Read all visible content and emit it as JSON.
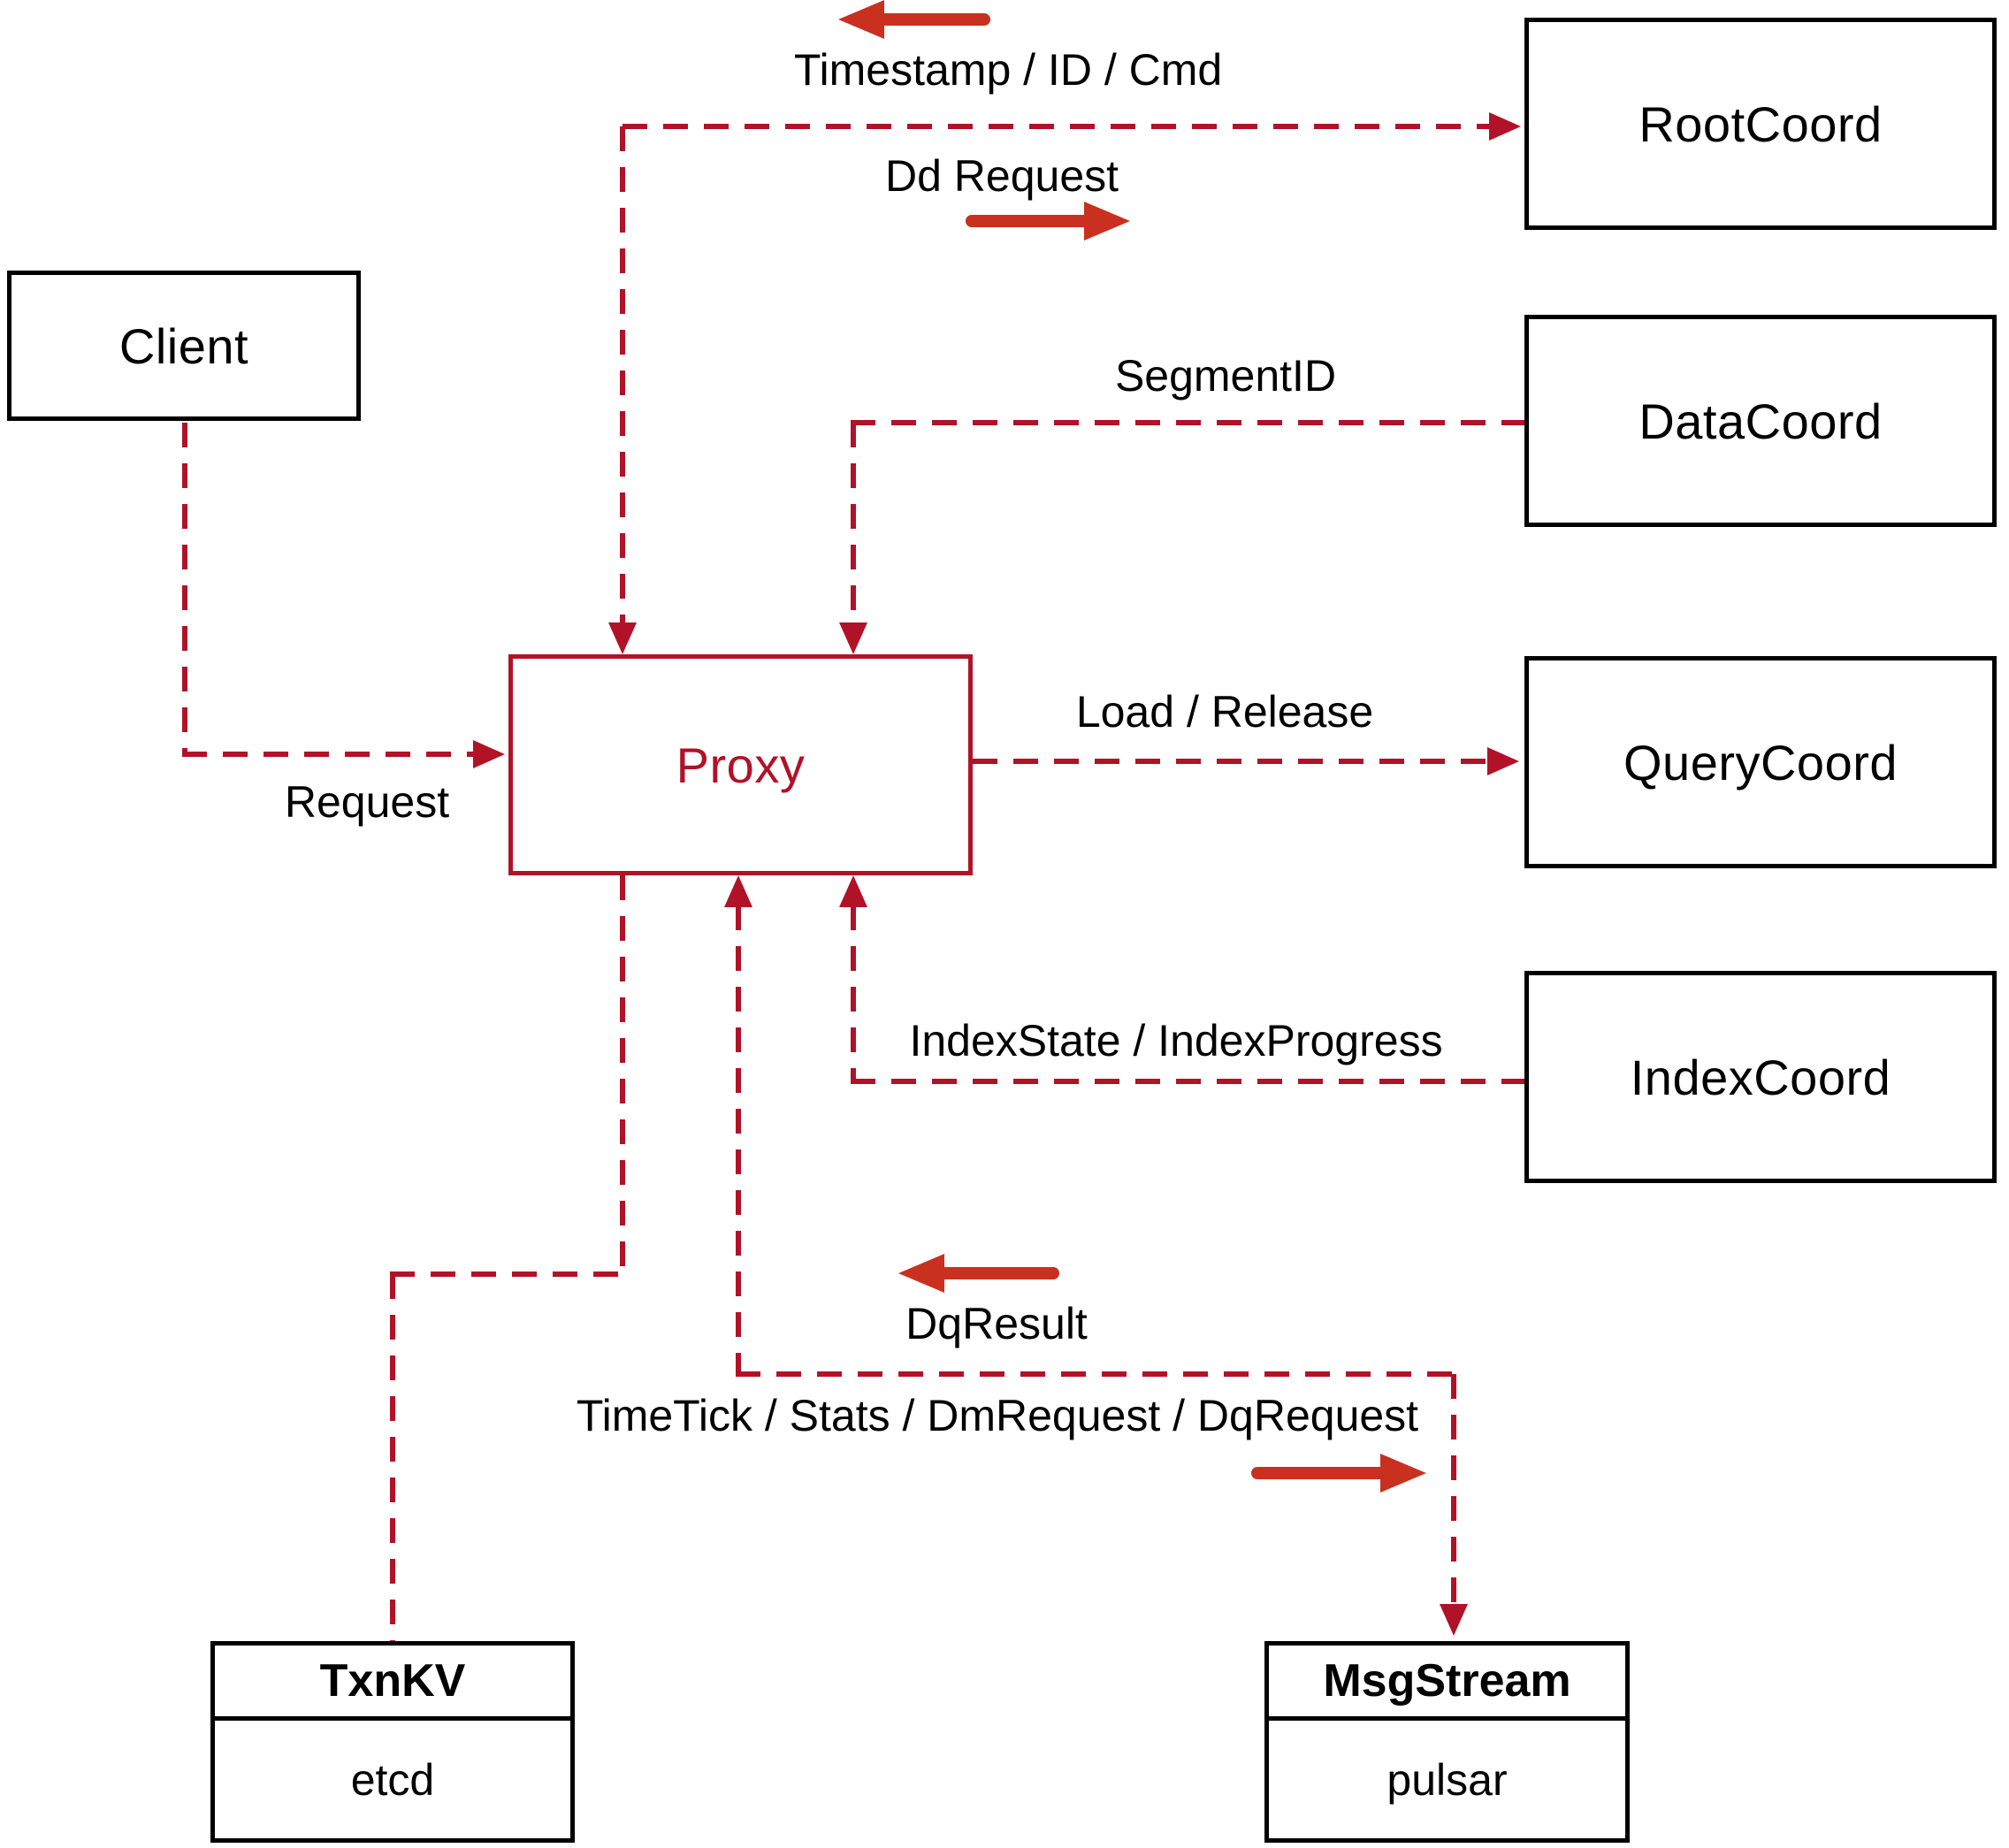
{
  "diagram": {
    "colors": {
      "line": "#b11228",
      "arrow": "#c9301f",
      "border": "#000000",
      "text": "#000000",
      "background": "#ffffff"
    },
    "nodes": {
      "client": {
        "label": "Client"
      },
      "proxy": {
        "label": "Proxy"
      },
      "rootcoord": {
        "label": "RootCoord"
      },
      "datacoord": {
        "label": "DataCoord"
      },
      "querycoord": {
        "label": "QueryCoord"
      },
      "indexcoord": {
        "label": "IndexCoord"
      },
      "txnkv": {
        "title": "TxnKV",
        "subtitle": "etcd"
      },
      "msgstream": {
        "title": "MsgStream",
        "subtitle": "pulsar"
      }
    },
    "edges": [
      {
        "from": "Client",
        "to": "Proxy",
        "labels": {
          "forward": "Request"
        }
      },
      {
        "from": "Proxy",
        "to": "RootCoord",
        "labels": {
          "reverse": "Timestamp / ID / Cmd",
          "forward": "Dd Request"
        }
      },
      {
        "from": "DataCoord",
        "to": "Proxy",
        "labels": {
          "forward": "SegmentID"
        }
      },
      {
        "from": "Proxy",
        "to": "QueryCoord",
        "labels": {
          "forward": "Load / Release"
        }
      },
      {
        "from": "IndexCoord",
        "to": "Proxy",
        "labels": {
          "forward": "IndexState / IndexProgress"
        }
      },
      {
        "from": "Proxy",
        "to": "MsgStream",
        "labels": {
          "reverse": "DqResult",
          "forward": "TimeTick / Stats / DmRequest / DqRequest"
        }
      },
      {
        "from": "Proxy",
        "to": "TxnKV",
        "labels": {}
      }
    ]
  }
}
